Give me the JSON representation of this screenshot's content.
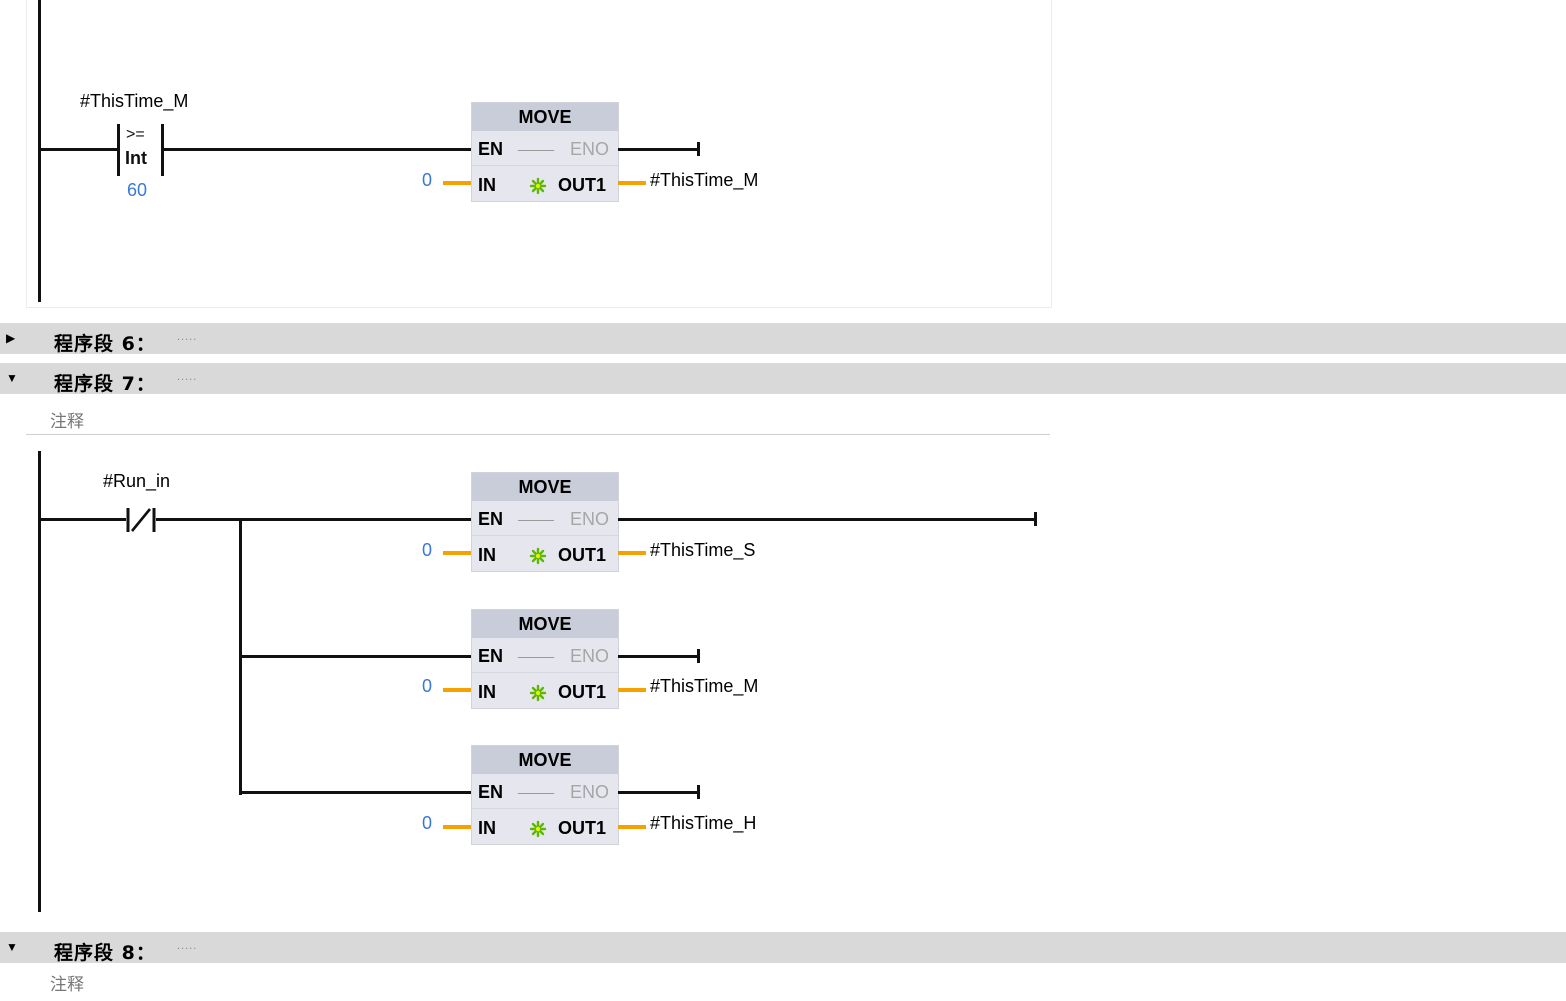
{
  "network5": {
    "contact": {
      "operand": "#ThisTime_M",
      "op_line1": ">=",
      "op_line2": "Int",
      "compare_value": "60"
    },
    "blocks": [
      {
        "title": "MOVE",
        "en": "EN",
        "eno": "ENO",
        "in_pin": "IN",
        "out_pin": "OUT1",
        "in_value": "0",
        "out_value": "#ThisTime_M"
      }
    ]
  },
  "segments": [
    {
      "label": "程序段 6：",
      "dots": ".....",
      "expanded": false,
      "toggle_icon": "▶"
    },
    {
      "label": "程序段 7：",
      "dots": ".....",
      "expanded": true,
      "toggle_icon": "▼"
    },
    {
      "label": "程序段 8：",
      "dots": ".....",
      "expanded": true,
      "toggle_icon": "▼"
    }
  ],
  "network7": {
    "comment": "注释",
    "contact": {
      "operand": "#Run_in",
      "type": "normally-closed"
    },
    "blocks": [
      {
        "title": "MOVE",
        "en": "EN",
        "eno": "ENO",
        "in_pin": "IN",
        "out_pin": "OUT1",
        "in_value": "0",
        "out_value": "#ThisTime_S"
      },
      {
        "title": "MOVE",
        "en": "EN",
        "eno": "ENO",
        "in_pin": "IN",
        "out_pin": "OUT1",
        "in_value": "0",
        "out_value": "#ThisTime_M"
      },
      {
        "title": "MOVE",
        "en": "EN",
        "eno": "ENO",
        "in_pin": "IN",
        "out_pin": "OUT1",
        "in_value": "0",
        "out_value": "#ThisTime_H"
      }
    ]
  },
  "network8": {
    "comment": "注释"
  },
  "colors": {
    "header_bg": "#d9d9d9",
    "block_bg": "#e6e6ee",
    "block_title_bg": "#c9ccd9",
    "wire": "#111111",
    "param_wire": "#f5a100",
    "constant": "#3a78d6",
    "disabled_text": "#a6a6a6"
  }
}
